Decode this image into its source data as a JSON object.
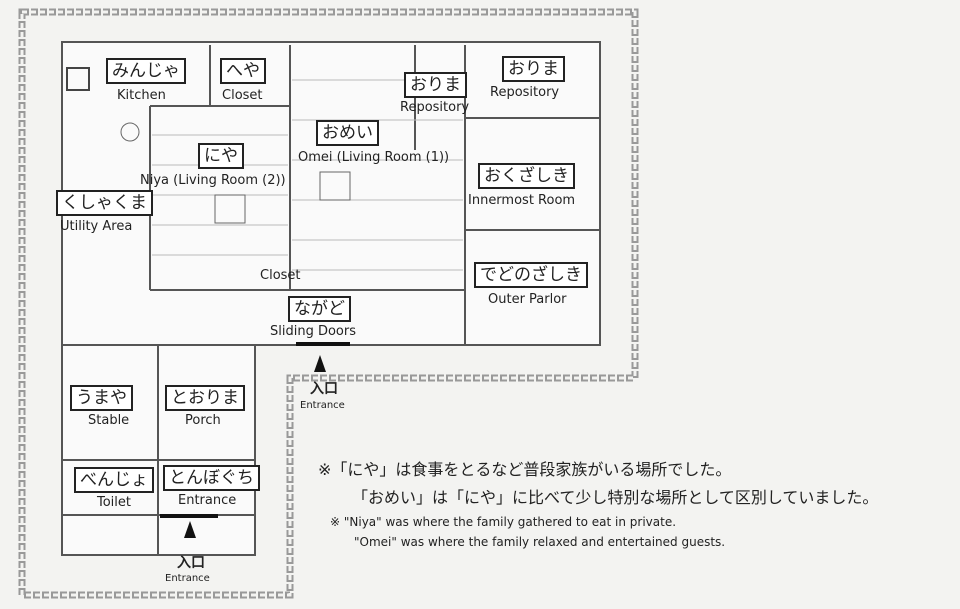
{
  "rooms": [
    {
      "jp": "みんじゃ",
      "en": "Kitchen"
    },
    {
      "jp": "へや",
      "en": "Closet"
    },
    {
      "jp": "にや",
      "en": "Niya (Living Room (2))"
    },
    {
      "jp": "おめい",
      "en": "Omei (Living Room (1))"
    },
    {
      "jp": "おりま",
      "en": "Repository"
    },
    {
      "jp": "おりま",
      "en": "Repository"
    },
    {
      "jp": "おくざしき",
      "en": "Innermost Room"
    },
    {
      "jp": "くしゃくま",
      "en": "Utility Area"
    },
    {
      "jp": "でどのざしき",
      "en": "Outer Parlor"
    },
    {
      "jp": "ながど",
      "en": "Sliding Doors"
    },
    {
      "jp": "うまや",
      "en": "Stable"
    },
    {
      "jp": "とおりま",
      "en": "Porch"
    },
    {
      "jp": "べんじょ",
      "en": "Toilet"
    },
    {
      "jp": "とんぼぐち",
      "en": "Entrance"
    }
  ],
  "closet_label": "Closet",
  "entrances": [
    {
      "jp": "入口",
      "en": "Entrance"
    },
    {
      "jp": "入口",
      "en": "Entrance"
    }
  ],
  "notes": {
    "jp1": "※「にや」は食事をとるなど普段家族がいる場所でした。",
    "jp2": "「おめい」は「にや」に比べて少し特別な場所として区別していました。",
    "en1": "※  \"Niya\" was where the family gathered to eat in private.",
    "en2": "\"Omei\" was where the family relaxed and entertained guests."
  }
}
